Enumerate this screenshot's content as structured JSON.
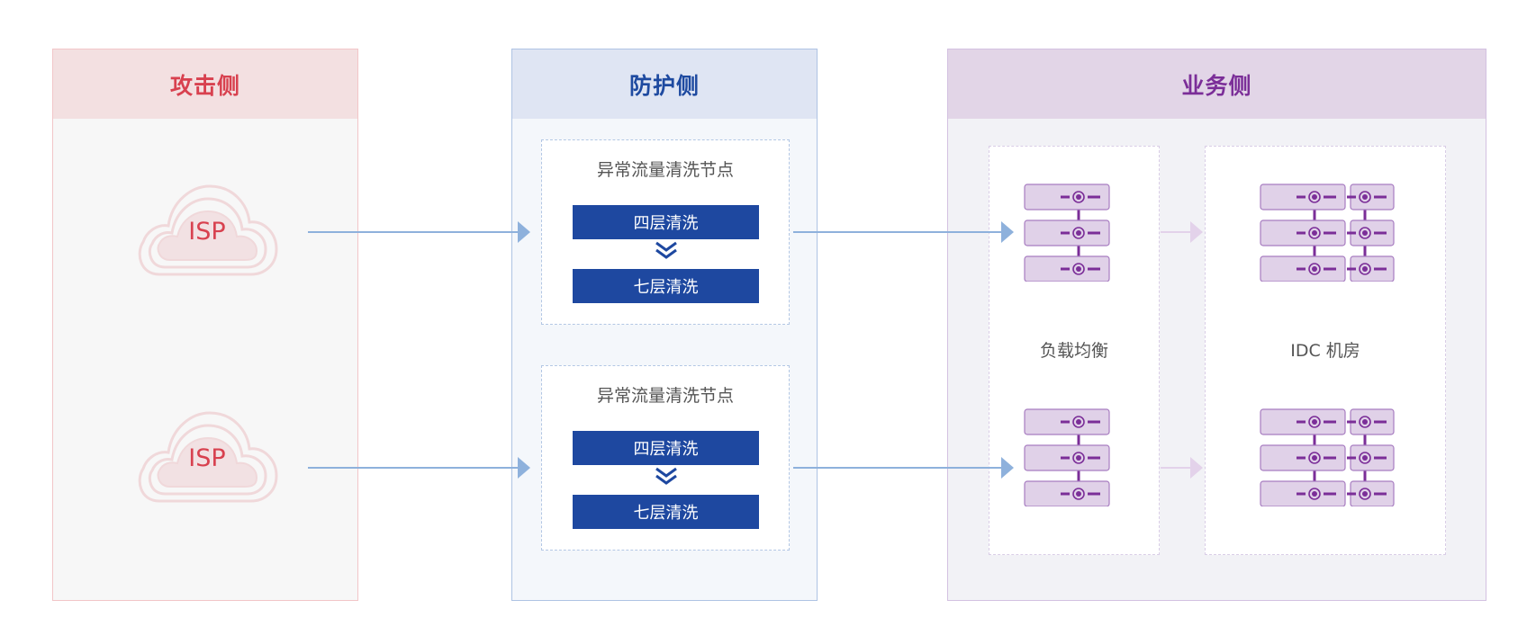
{
  "columns": {
    "attack": {
      "title": "攻击侧"
    },
    "defend": {
      "title": "防护侧"
    },
    "business": {
      "title": "业务侧"
    }
  },
  "clouds": [
    {
      "label": "ISP"
    },
    {
      "label": "ISP"
    }
  ],
  "scrub_nodes": [
    {
      "title": "异常流量清洗节点",
      "steps": [
        "四层清洗",
        "七层清洗"
      ]
    },
    {
      "title": "异常流量清洗节点",
      "steps": [
        "四层清洗",
        "七层清洗"
      ]
    }
  ],
  "business_groups": {
    "load_balancer": {
      "label": "负载均衡"
    },
    "idc": {
      "label": "IDC 机房"
    }
  },
  "colors": {
    "attack_accent": "#d8414f",
    "defend_accent": "#1e48a0",
    "business_accent": "#7b2e98",
    "flow_arrow": "#8eb1dc",
    "internal_arrow": "#e3d2ea",
    "server_fill": "#e0d1e8",
    "server_stroke": "#a77cc0"
  }
}
